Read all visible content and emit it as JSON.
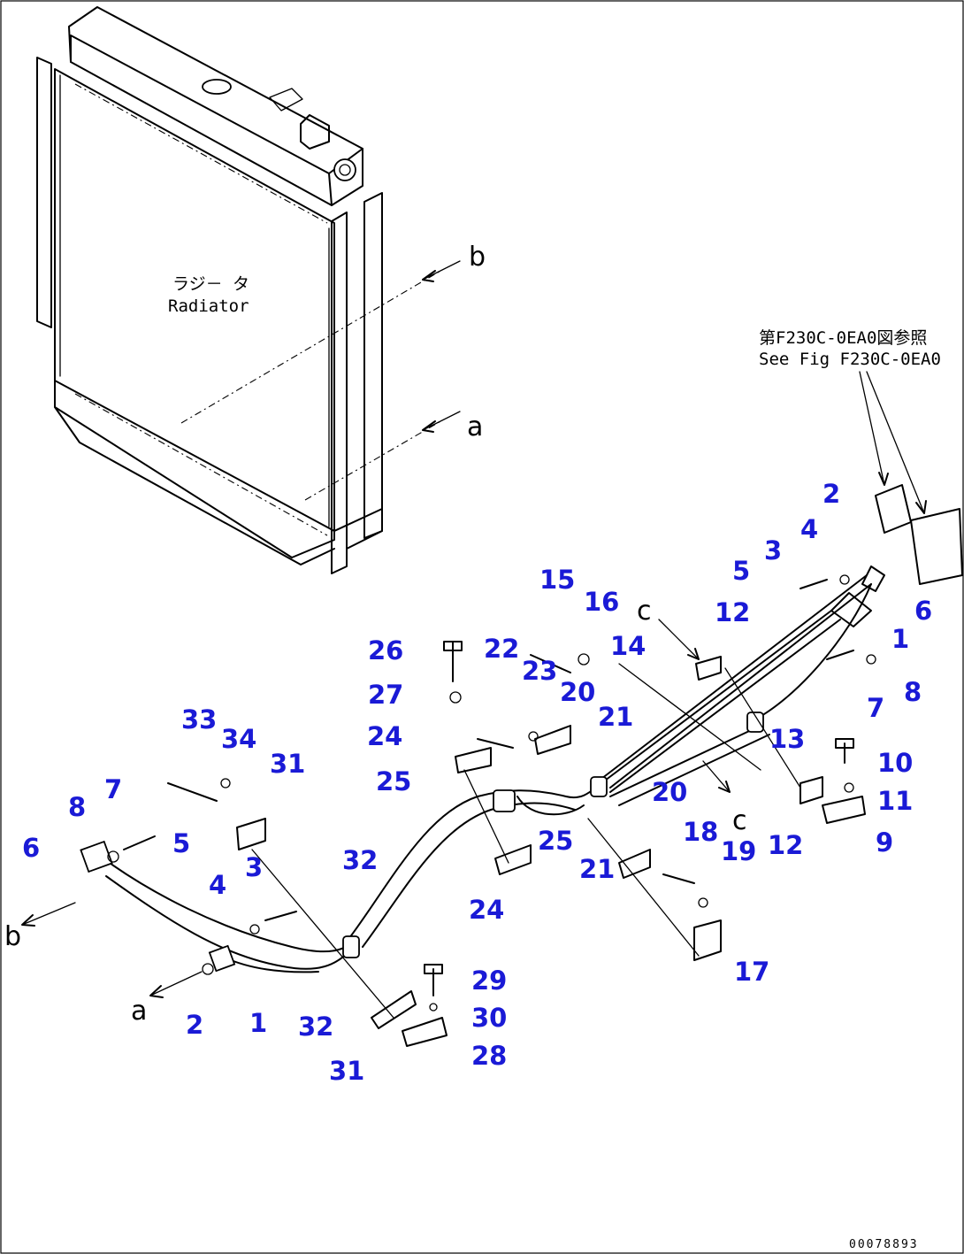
{
  "radiator": {
    "label_jp": "ラジ－ タ",
    "label_en": "Radiator"
  },
  "reference": {
    "jp": "第F230C-0EA0図参照",
    "en": "See Fig F230C-0EA0"
  },
  "letters": {
    "a": "a",
    "b": "b",
    "c": "c"
  },
  "doc_number": "00078893",
  "callouts": [
    "1",
    "2",
    "3",
    "4",
    "5",
    "6",
    "7",
    "8",
    "9",
    "10",
    "11",
    "12",
    "13",
    "14",
    "15",
    "16",
    "17",
    "18",
    "19",
    "20",
    "21",
    "22",
    "23",
    "24",
    "25",
    "26",
    "27",
    "28",
    "29",
    "30",
    "31",
    "32",
    "33",
    "34"
  ],
  "colors": {
    "callout": "#1a1ad6",
    "line": "#000000"
  }
}
